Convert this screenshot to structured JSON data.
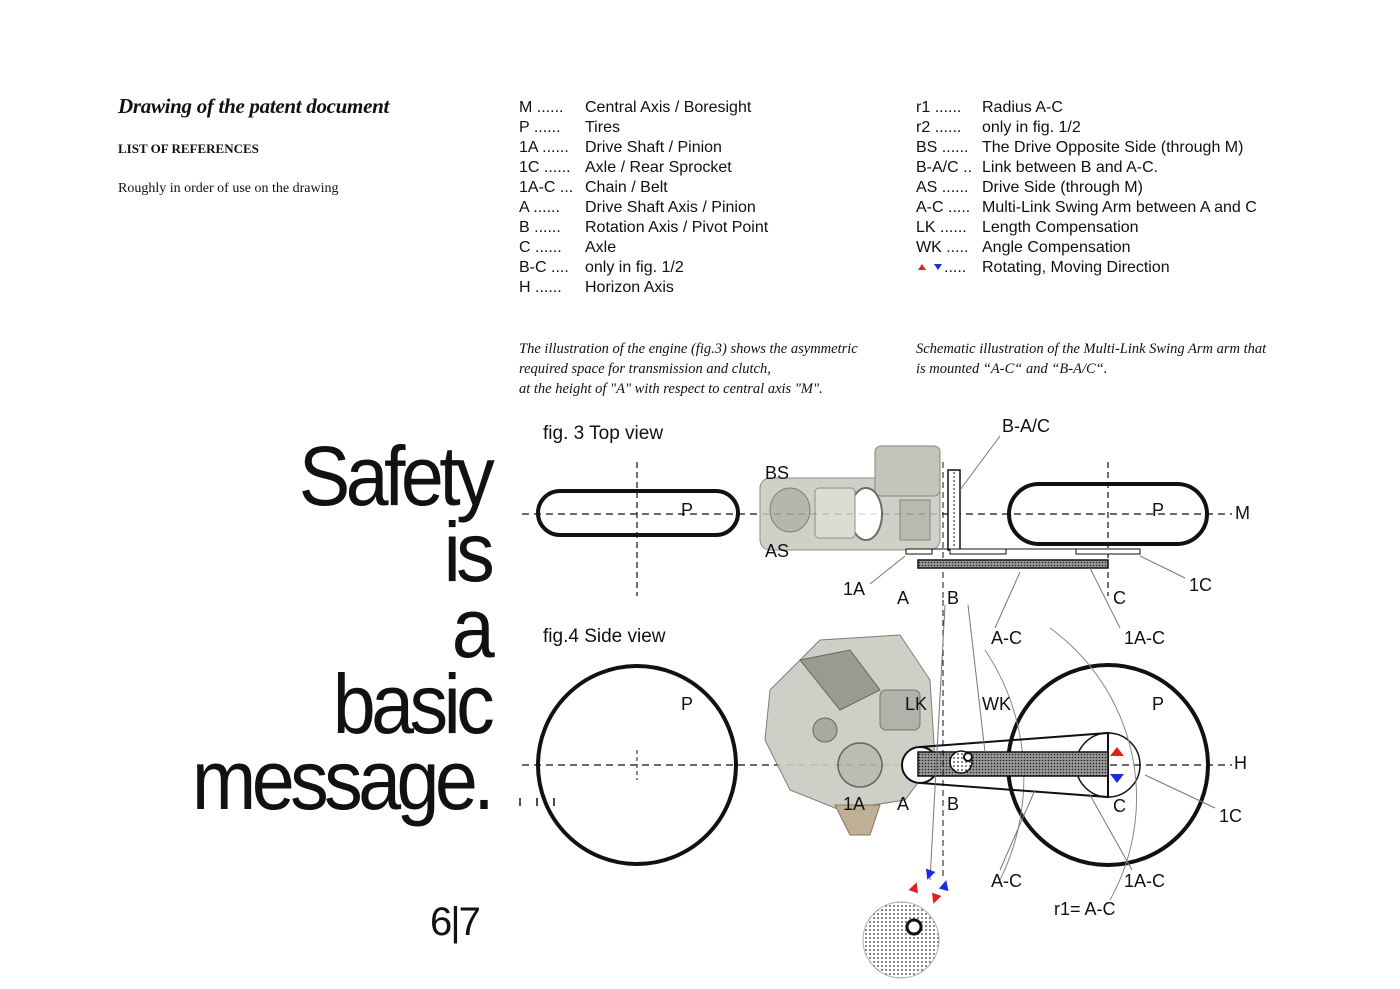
{
  "header": {
    "title": "Drawing of the patent document",
    "subhead": "LIST OF REFERENCES",
    "order_note": "Roughly in order of use on the drawing"
  },
  "references_left": [
    {
      "key": "M",
      "dots": "......",
      "text": "Central Axis / Boresight"
    },
    {
      "key": "P",
      "dots": "......",
      "text": "Tires"
    },
    {
      "key": "1A",
      "dots": "......",
      "text": "Drive Shaft / Pinion"
    },
    {
      "key": "1C",
      "dots": "......",
      "text": "Axle / Rear Sprocket"
    },
    {
      "key": "1A-C",
      "dots": "...",
      "text": "Chain / Belt"
    },
    {
      "key": "A",
      "dots": "......",
      "text": "Drive Shaft Axis / Pinion"
    },
    {
      "key": "B",
      "dots": "......",
      "text": "Rotation Axis / Pivot Point"
    },
    {
      "key": "C",
      "dots": "......",
      "text": "Axle"
    },
    {
      "key": "B-C",
      "dots": "....",
      "text": "only in fig. 1/2"
    },
    {
      "key": "H",
      "dots": "......",
      "text": "Horizon Axis"
    }
  ],
  "references_right": [
    {
      "key": "r1",
      "dots": "......",
      "text": "Radius A-C"
    },
    {
      "key": "r2",
      "dots": "......",
      "text": "only in fig. 1/2"
    },
    {
      "key": "BS",
      "dots": "......",
      "text": "The Drive Opposite Side (through M)"
    },
    {
      "key": "B-A/C",
      "dots": "..",
      "text": "Link between B and A-C."
    },
    {
      "key": "AS",
      "dots": "......",
      "text": "Drive Side (through M)"
    },
    {
      "key": "A-C",
      "dots": ".....",
      "text": "Multi-Link Swing Arm between A and C"
    },
    {
      "key": "LK",
      "dots": "......",
      "text": "Length Compensation"
    },
    {
      "key": "WK",
      "dots": ".....",
      "text": "Angle Compensation"
    },
    {
      "key": "",
      "dots": ".....",
      "text": "Rotating, Moving Direction",
      "icon": "red-blue-arrows-icon"
    }
  ],
  "captions": {
    "engine": [
      "The illustration of the engine (fig.3) shows the asymmetric",
      "required space for transmission and clutch,",
      "at the height of \"A\" with respect to central axis \"M\"."
    ],
    "swing_arm": [
      "Schematic illustration of the Multi-Link Swing Arm arm that",
      "is mounted “A-C“ and “B-A/C“."
    ]
  },
  "slogan": [
    "Safety",
    "is",
    "a",
    "basic",
    "message."
  ],
  "page_number": "6|7",
  "fig3": {
    "title": "fig. 3  Top view",
    "labels": {
      "p_left": "P",
      "p_right": "P",
      "bs": "BS",
      "as": "AS",
      "ba_c": "B-A/C",
      "m": "M",
      "one_a": "1A",
      "a": "A",
      "b": "B",
      "c": "C",
      "one_c": "1C"
    }
  },
  "fig4": {
    "title": "fig.4  Side view",
    "labels": {
      "a_c_top": "A-C",
      "one_a_c_top": "1A-C",
      "p_left": "P",
      "p_right": "P",
      "lk": "LK",
      "wk": "WK",
      "h": "H",
      "one_a": "1A",
      "a": "A",
      "b": "B",
      "c": "C",
      "one_c": "1C",
      "a_c_bottom": "A-C",
      "one_a_c_bottom": "1A-C",
      "r1": "r1= A-C"
    }
  },
  "colors": {
    "arrow_red": "#e02020",
    "arrow_blue": "#1a2ee0"
  }
}
